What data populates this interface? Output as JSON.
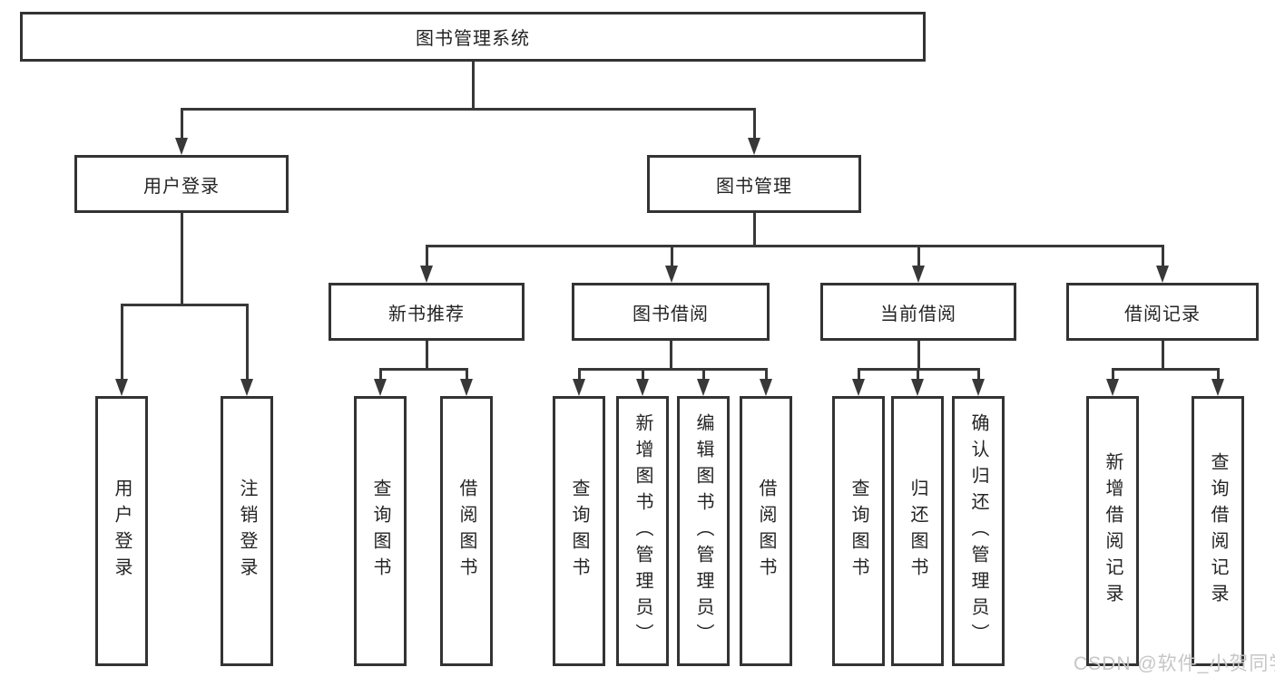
{
  "diagram": {
    "root": {
      "label": "图书管理系统"
    },
    "branches": {
      "user_login": {
        "label": "用户登录",
        "children": [
          "用户登录",
          "注销登录"
        ]
      },
      "book_mgmt": {
        "label": "图书管理"
      }
    },
    "modules": [
      {
        "label": "新书推荐",
        "children": [
          "查询图书",
          "借阅图书"
        ]
      },
      {
        "label": "图书借阅",
        "children": [
          "查询图书",
          "新增图书（管理员）",
          "编辑图书（管理员）",
          "借阅图书"
        ]
      },
      {
        "label": "当前借阅",
        "children": [
          "查询图书",
          "归还图书",
          "确认归还（管理员）"
        ]
      },
      {
        "label": "借阅记录",
        "children": [
          "新增借阅记录",
          "查询借阅记录"
        ]
      }
    ]
  },
  "watermark": {
    "text": "CSDN @软件_小贺同学"
  },
  "colors": {
    "line": "#383838",
    "border": "#333333",
    "text": "#242424",
    "watermark": "#c6c6c6",
    "background": "#ffffff"
  }
}
